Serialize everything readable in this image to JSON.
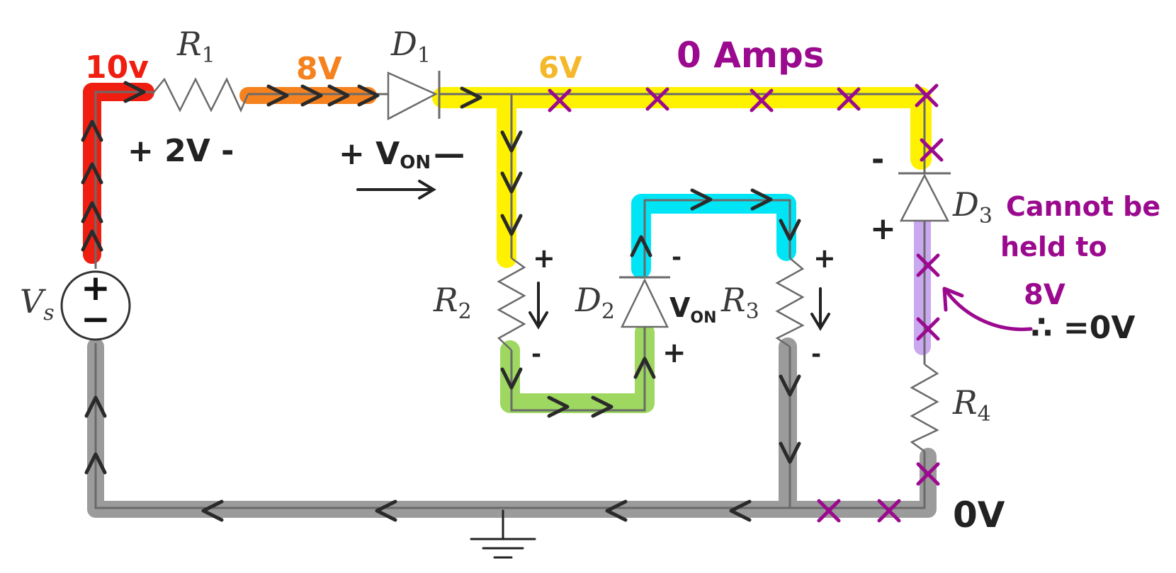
{
  "colors": {
    "red": "#f01e10",
    "orange": "#f5821f",
    "yellow": "#fff200",
    "cyan": "#00e5f5",
    "green": "#9fd860",
    "purple_hl": "#c9a8f0",
    "grey": "#9b9b9b",
    "ink": "#222222",
    "wire": "#6a6a6a",
    "magenta": "#9b0a8e"
  },
  "components": {
    "R1": "R",
    "R1_sub": "1",
    "D1": "D",
    "D1_sub": "1",
    "R2": "R",
    "R2_sub": "2",
    "D2": "D",
    "D2_sub": "2",
    "R3": "R",
    "R3_sub": "3",
    "D3": "D",
    "D3_sub": "3",
    "R4": "R",
    "R4_sub": "4",
    "Vs": "V",
    "Vs_sub": "s"
  },
  "annotations": {
    "node_10v": "10v",
    "node_8v": "8V",
    "node_6v": "6V",
    "zero_amps": "0 Amps",
    "drop_r1": "+ 2V -",
    "d1_drop": "+ V",
    "d1_drop_sub": "ON",
    "d1_drop_minus": "—",
    "d2_von": "V",
    "d2_von_sub": "ON",
    "plus": "+",
    "minus": "-",
    "ground_0v": "0V",
    "cannot_line1": "Cannot be",
    "cannot_line2": "held to",
    "cannot_line3": "8V",
    "therefore_0v": "∴ =0V"
  },
  "source_symbol": {
    "plus": "+",
    "minus": "−"
  }
}
